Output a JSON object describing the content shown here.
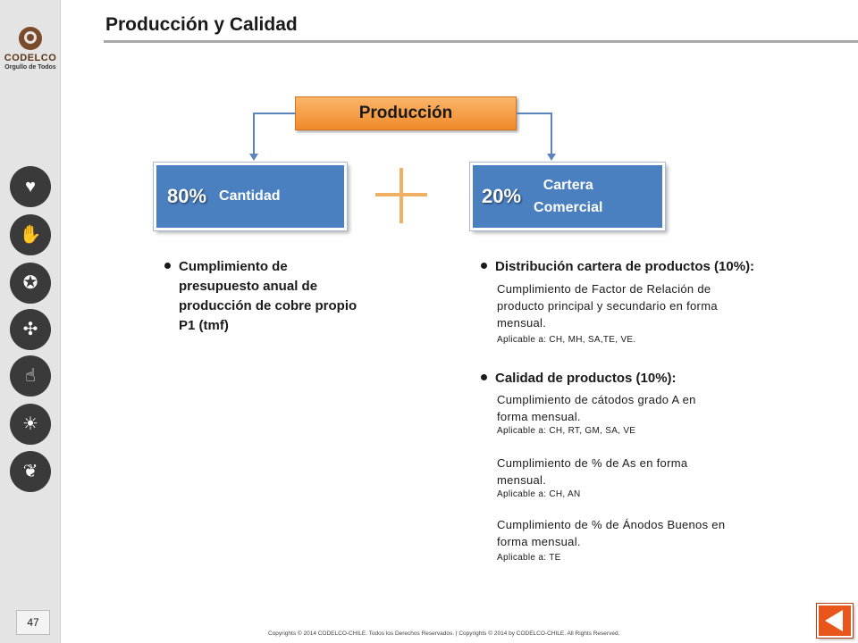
{
  "header": {
    "title": "Producción y Calidad"
  },
  "sidebar": {
    "logo": {
      "name": "CODELCO",
      "slogan": "Orgullo de Todos"
    },
    "page_number": "47"
  },
  "production": {
    "header": "Producción",
    "quantity": {
      "percent": "80%",
      "label": "Cantidad"
    },
    "portfolio": {
      "percent": "20%",
      "label_line1": "Cartera",
      "label_line2": "Comercial"
    }
  },
  "left_column": {
    "bullet_lines": [
      "Cumplimiento de",
      "presupuesto anual de",
      "producción de cobre propio",
      "P1 (tmf)"
    ]
  },
  "right_column": {
    "distribution": {
      "title": "Distribución cartera de productos (10%):",
      "lines": [
        "Cumplimiento de Factor de Relación de",
        "producto principal y secundario en forma",
        "mensual."
      ],
      "applies": "Aplicable a: CH, MH, SA,TE, VE."
    },
    "quality": {
      "title": "Calidad de productos (10%):",
      "items": [
        {
          "lines": [
            "Cumplimiento de cátodos grado A en",
            "forma mensual."
          ],
          "applies": "Aplicable a: CH, RT, GM, SA, VE"
        },
        {
          "lines": [
            "Cumplimiento de % de As en forma",
            "mensual."
          ],
          "applies": "Aplicable a: CH, AN"
        },
        {
          "lines": [
            "Cumplimiento de % de  Ánodos Buenos en",
            "forma mensual."
          ],
          "applies": "Aplicable a: TE"
        }
      ]
    }
  },
  "footer": {
    "copyright": "Copyrights © 2014 CODELCO-CHILE.  Todos los Derechos Reservados. | Copyrights © 2014 by CODELCO-CHILE.  All Rights Reserved."
  },
  "icons": [
    "heart-hand-icon",
    "handshake-icon",
    "medal-hand-icon",
    "arrows-hand-icon",
    "ok-hand-icon",
    "lightbulb-hand-icon",
    "leaf-hand-icon",
    "back-arrow-icon"
  ],
  "colors": {
    "accent_orange": "#f08a2a",
    "box_blue": "#4a7fc0",
    "back_button": "#e8561c"
  }
}
